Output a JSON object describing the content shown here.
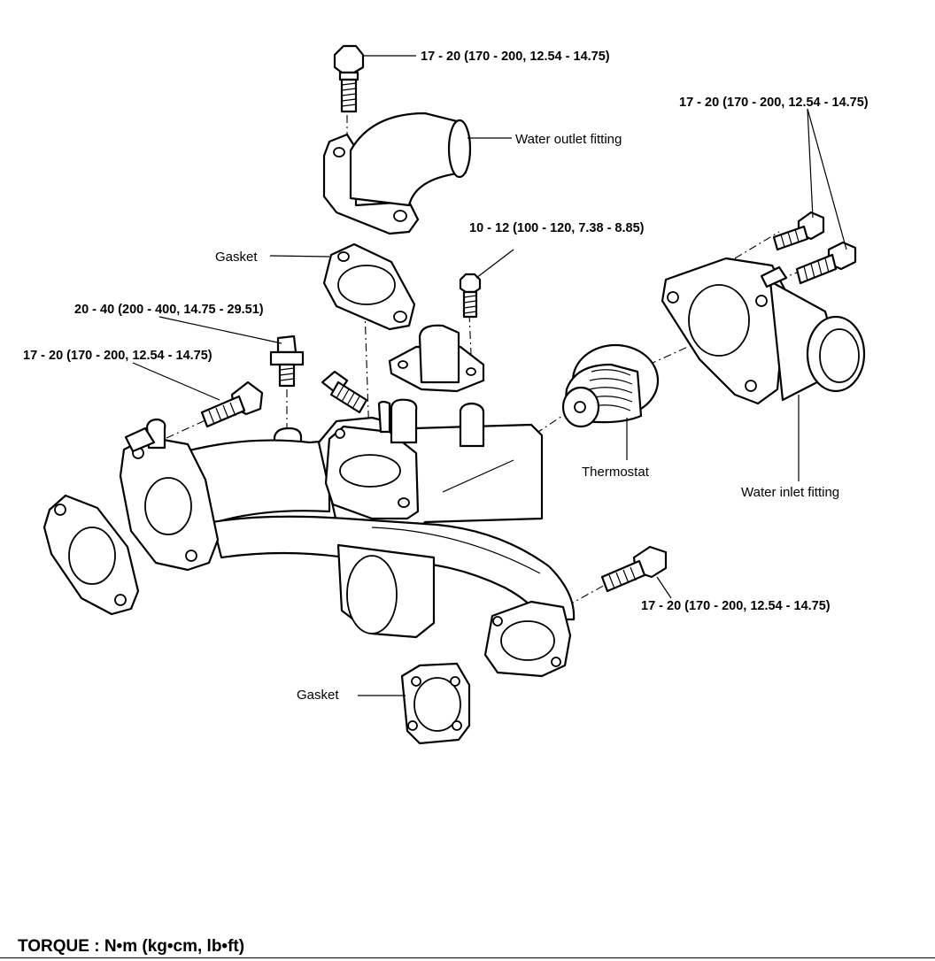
{
  "labels": {
    "torque_top_bolt": "17 - 20 (170 - 200, 12.54 - 14.75)",
    "torque_inlet_bolts": "17 - 20 (170 - 200, 12.54 - 14.75)",
    "water_outlet_fitting": "Water outlet fitting",
    "torque_small_bolt": "10 - 12 (100 - 120, 7.38 - 8.85)",
    "gasket_upper": "Gasket",
    "torque_sensor": "20 - 40 (200 - 400, 14.75 - 29.51)",
    "torque_left_bolt": "17 - 20 (170 - 200, 12.54 - 14.75)",
    "thermostat": "Thermostat",
    "water_inlet_fitting": "Water inlet fitting",
    "torque_right_bolt": "17 - 20 (170 - 200, 12.54 - 14.75)",
    "gasket_lower": "Gasket"
  },
  "footer": {
    "torque_units": "TORQUE : N•m (kg•cm, lb•ft)"
  }
}
